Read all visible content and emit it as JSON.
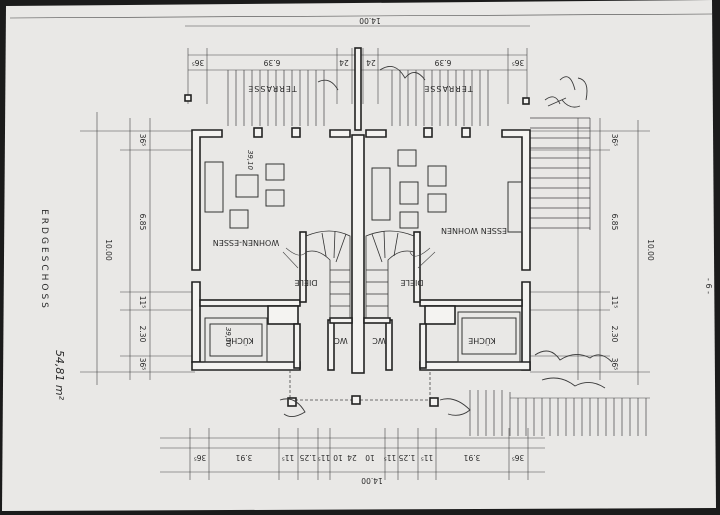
{
  "plan": {
    "floor_label": "ERDGESCHOSS",
    "page_marker": "- 6 -",
    "handwritten_area": "54,81 m²",
    "handwritten_area_left": "39,10",
    "handwritten_area_right": "39,10"
  },
  "dimensions": {
    "top_total": "14.00",
    "bottom_total": "14.00",
    "top_left_edge": "36⁵",
    "top_left_span": "6.39",
    "top_mid_left": "24",
    "top_mid_right": "24",
    "top_right_span": "6.39",
    "top_right_edge": "36⁵",
    "bottom_segments": [
      "36⁵",
      "3.91",
      "11⁵",
      "1.25",
      "11⁵",
      "10",
      "24",
      "10",
      "11⁵",
      "1.25",
      "11⁵",
      "3.91",
      "36⁵"
    ],
    "left_total": "10.00",
    "left_segments": [
      "36⁵",
      "6.85",
      "11⁵",
      "2.30",
      "36⁵"
    ],
    "right_total": "10.00",
    "right_segments": [
      "36⁵",
      "6.85",
      "11⁵",
      "2.30",
      "36⁵"
    ]
  },
  "rooms": {
    "terrasse_left": "TERRASSE",
    "terrasse_right": "TERRASSE",
    "wohnen_left": "WOHNEN-ESSEN",
    "wohnen_right": "ESSEN WOHNEN",
    "diele_left": "DIELE",
    "diele_right": "DIELE",
    "kuche_left": "KÜCHE",
    "kuche_right": "KÜCHE",
    "wc_left": "WC",
    "wc_right": "WC"
  },
  "colors": {
    "paper": "#e9e8e6",
    "ink": "#2a2a2a",
    "background": "#1b1b1b"
  }
}
